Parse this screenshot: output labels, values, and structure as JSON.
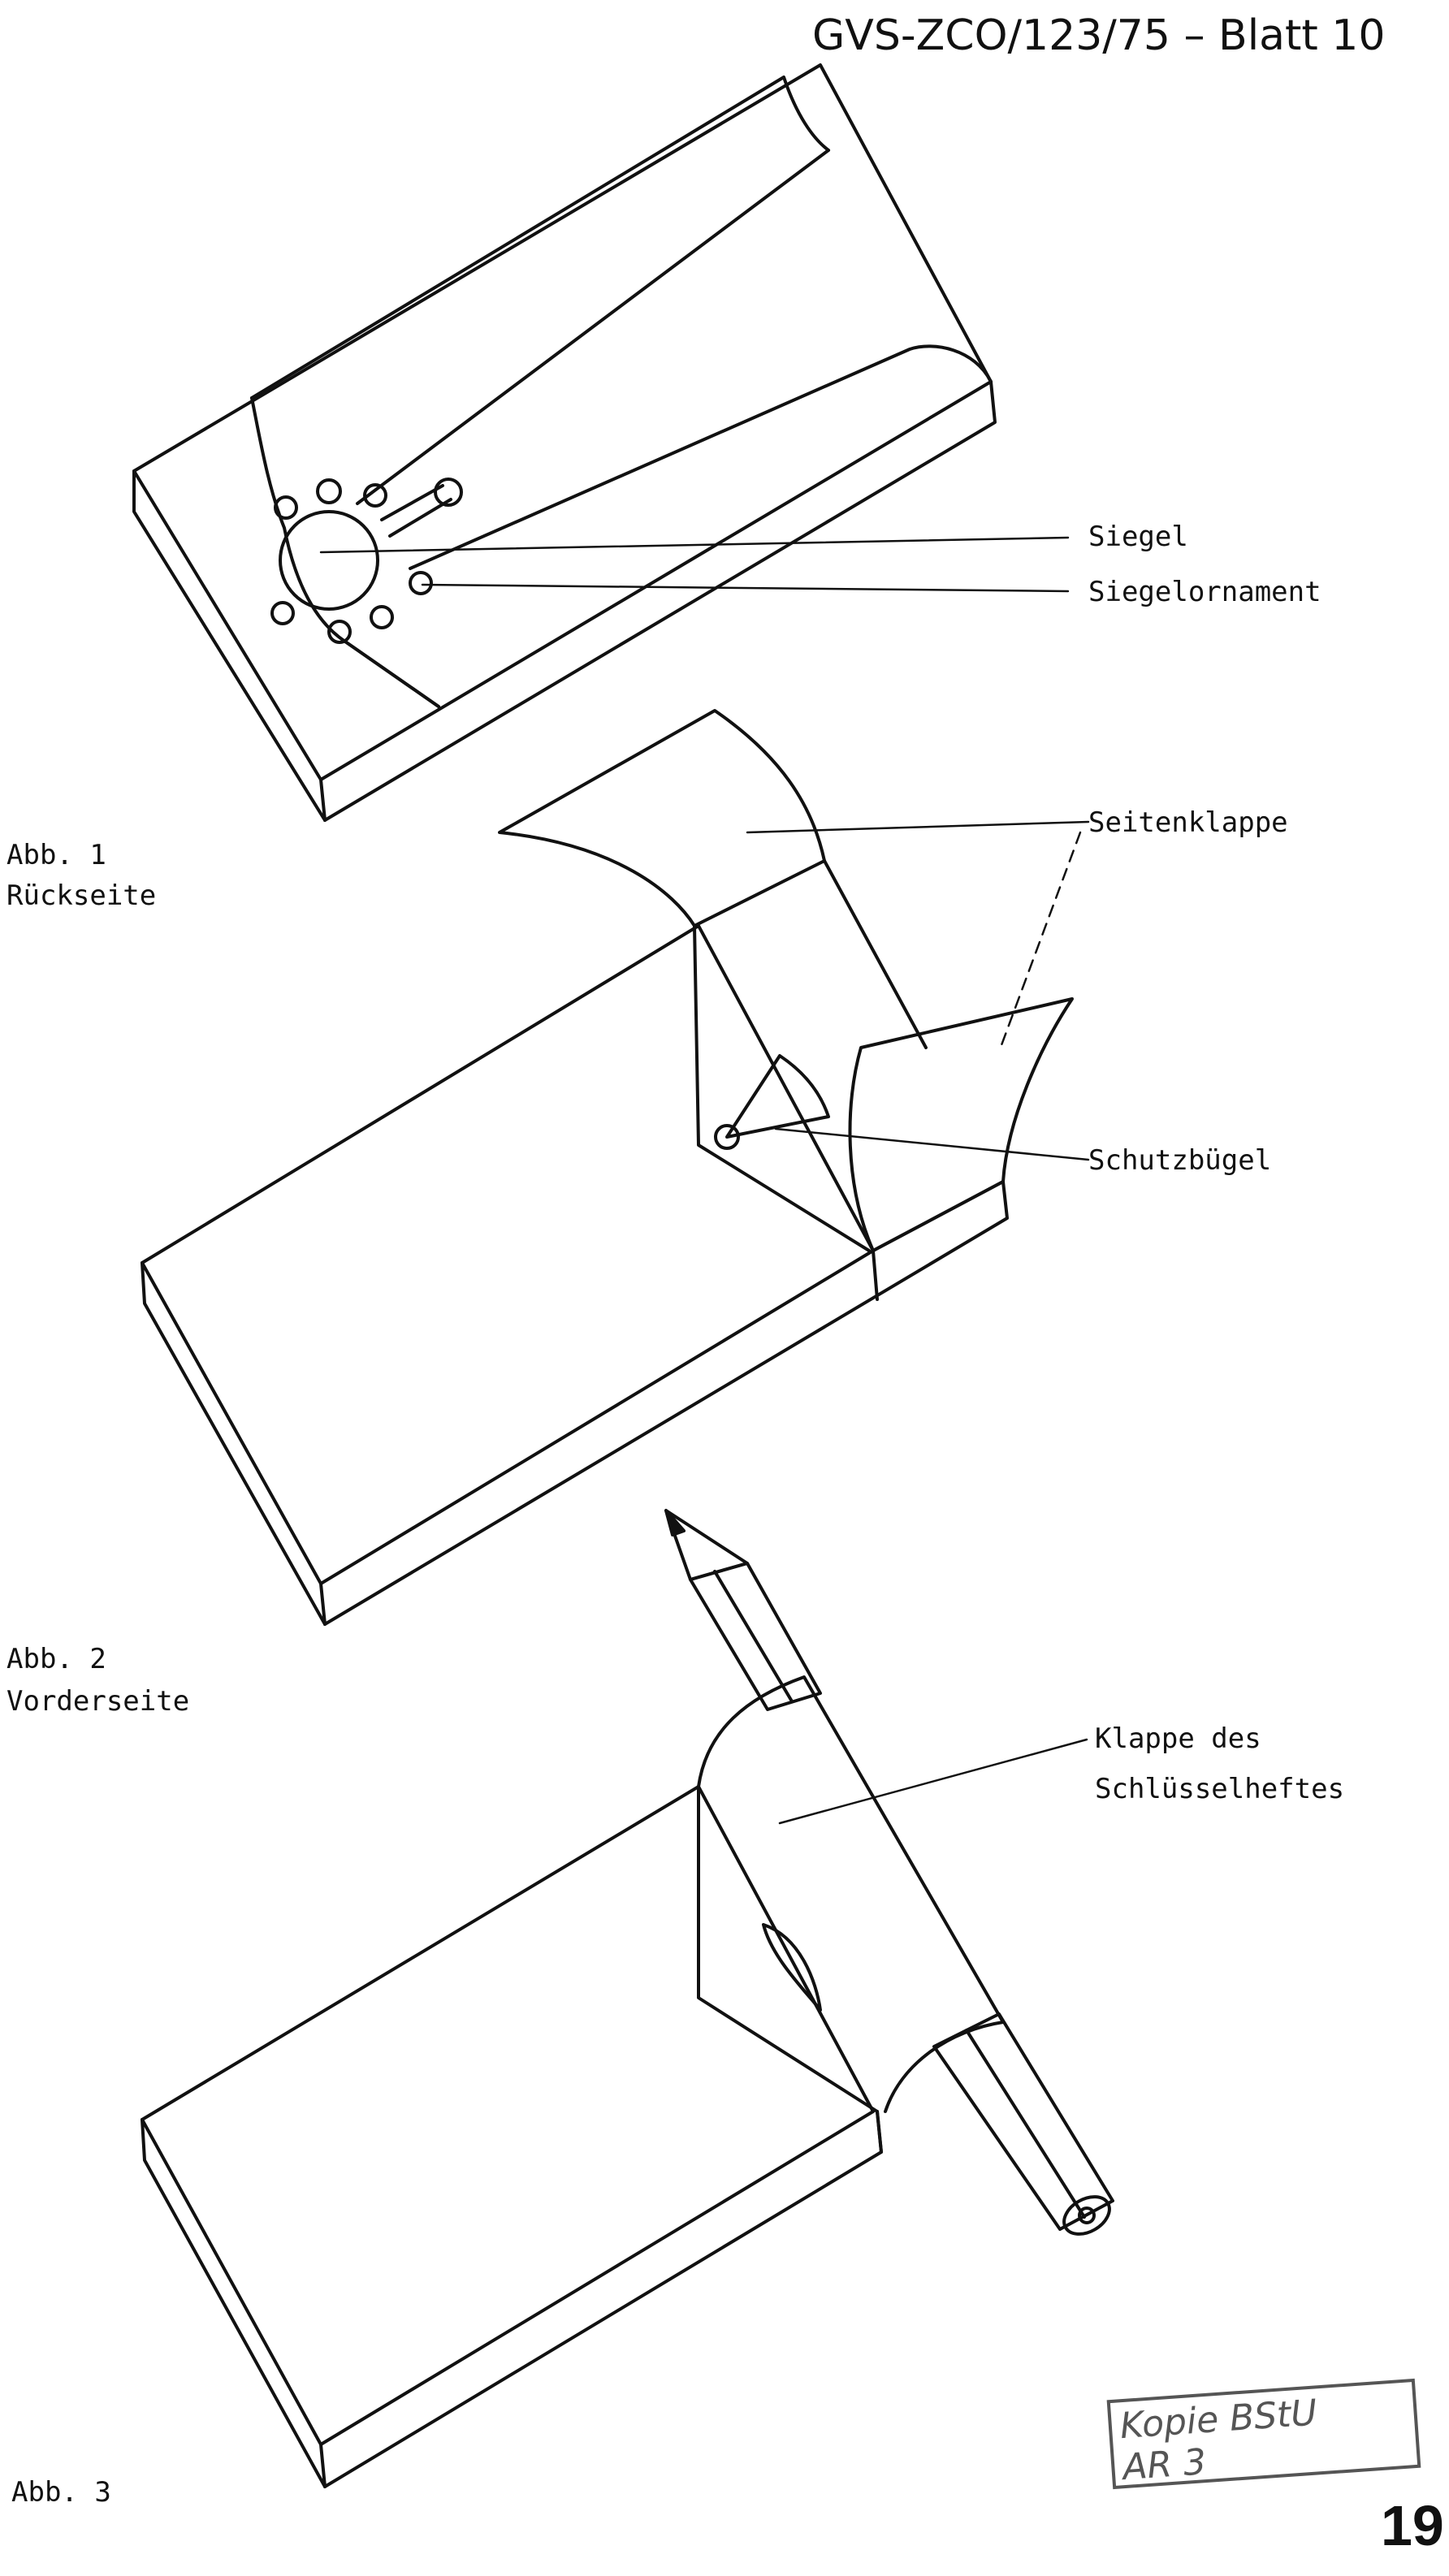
{
  "header": {
    "doc_ref": "GVS-ZCO/123/75 – Blatt 10"
  },
  "figures": [
    {
      "caption_line1": "Abb. 1",
      "caption_line2": "Rückseite",
      "labels": [
        "Siegel",
        "Siegelornament"
      ]
    },
    {
      "caption_line1": "Abb. 2",
      "caption_line2": "Vorderseite",
      "labels": [
        "Seitenklappe",
        "Schutzbügel"
      ]
    },
    {
      "caption_line1": "Abb. 3",
      "labels_line1": "Klappe des",
      "labels_line2": "Schlüsselheftes"
    }
  ],
  "stamp": {
    "line1": "Kopie BStU",
    "line2": "AR 3"
  },
  "page_number": "19"
}
